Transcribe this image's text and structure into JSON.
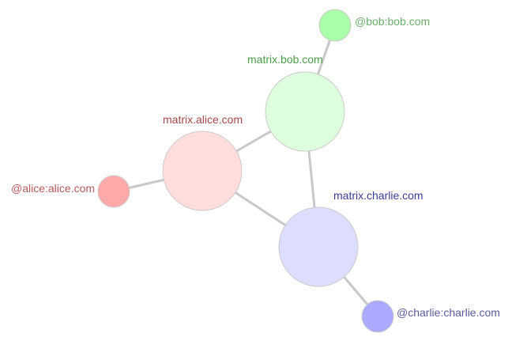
{
  "graph": {
    "nodes": [
      {
        "id": "bob-user",
        "label": "@bob:bob.com",
        "fill": "#aaffaa",
        "kind": "user"
      },
      {
        "id": "bob-server",
        "label": "matrix.bob.com",
        "fill": "#ddffdd",
        "kind": "server"
      },
      {
        "id": "alice-server",
        "label": "matrix.alice.com",
        "fill": "#ffdddd",
        "kind": "server"
      },
      {
        "id": "alice-user",
        "label": "@alice:alice.com",
        "fill": "#ffaaaa",
        "kind": "user"
      },
      {
        "id": "charlie-server",
        "label": "matrix.charlie.com",
        "fill": "#ddddff",
        "kind": "server"
      },
      {
        "id": "charlie-user",
        "label": "@charlie:charlie.com",
        "fill": "#aaaaff",
        "kind": "user"
      }
    ],
    "edges": [
      {
        "from": "bob-user",
        "to": "bob-server"
      },
      {
        "from": "bob-server",
        "to": "alice-server"
      },
      {
        "from": "bob-server",
        "to": "charlie-server"
      },
      {
        "from": "alice-server",
        "to": "alice-user"
      },
      {
        "from": "alice-server",
        "to": "charlie-server"
      },
      {
        "from": "charlie-server",
        "to": "charlie-user"
      }
    ],
    "colors": {
      "edge": "#c8c8c8",
      "node_stroke": "#cccccc",
      "bob_label": "#4a9e4a",
      "alice_label": "#a84848",
      "alice_user_label": "#b85a5a",
      "charlie_server_label": "#3c3c9a",
      "charlie_user_label": "#5a5a9e",
      "bob_user_label": "#6aae6a"
    }
  }
}
